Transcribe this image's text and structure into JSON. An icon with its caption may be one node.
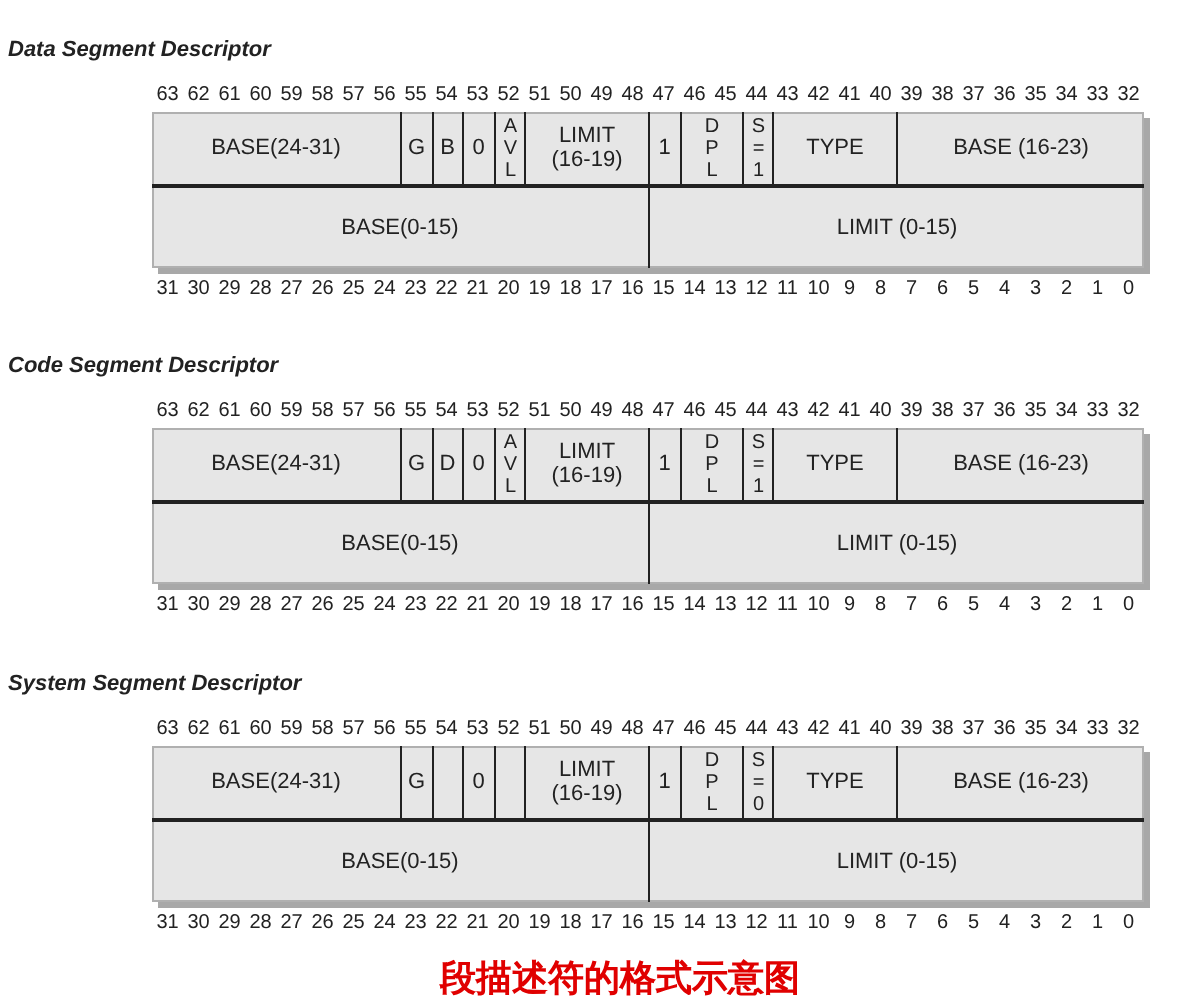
{
  "diagram": {
    "caption": "段描述符的格式示意图",
    "nodes": [
      {
        "text": [
          "Data Segment Descriptor"
        ]
      },
      {
        "text": [
          "BASE(24-31)"
        ],
        "in": 0
      },
      {
        "text": [
          "G"
        ],
        "in": 0
      },
      {
        "text": [
          "B"
        ],
        "in": 0
      },
      {
        "text": [
          "0"
        ],
        "in": 0
      },
      {
        "text": [
          "AVL"
        ],
        "in": 0
      },
      {
        "text": [
          "LIMIT (16-19)"
        ],
        "in": 0
      },
      {
        "text": [
          "1"
        ],
        "in": 0
      },
      {
        "text": [
          "DPL"
        ],
        "in": 0
      },
      {
        "text": [
          "S=1"
        ],
        "in": 0
      },
      {
        "text": [
          "TYPE"
        ],
        "in": 0
      },
      {
        "text": [
          "BASE (16-23)"
        ],
        "in": 0
      },
      {
        "text": [
          "BASE(0-15)"
        ],
        "in": 0
      },
      {
        "text": [
          "LIMIT (0-15)"
        ],
        "in": 0
      },
      {
        "text": [
          "Code Segment Descriptor"
        ]
      },
      {
        "text": [
          "BASE(24-31)"
        ],
        "in": 14
      },
      {
        "text": [
          "G"
        ],
        "in": 14
      },
      {
        "text": [
          "D"
        ],
        "in": 14
      },
      {
        "text": [
          "0"
        ],
        "in": 14
      },
      {
        "text": [
          "AVL"
        ],
        "in": 14
      },
      {
        "text": [
          "LIMIT (16-19)"
        ],
        "in": 14
      },
      {
        "text": [
          "1"
        ],
        "in": 14
      },
      {
        "text": [
          "DPL"
        ],
        "in": 14
      },
      {
        "text": [
          "S=1"
        ],
        "in": 14
      },
      {
        "text": [
          "TYPE"
        ],
        "in": 14
      },
      {
        "text": [
          "BASE (16-23)"
        ],
        "in": 14
      },
      {
        "text": [
          "BASE(0-15)"
        ],
        "in": 14
      },
      {
        "text": [
          "LIMIT (0-15)"
        ],
        "in": 14
      },
      {
        "text": [
          "System Segment Descriptor"
        ]
      },
      {
        "text": [
          "BASE(24-31)"
        ],
        "in": 28
      },
      {
        "text": [
          "G"
        ],
        "in": 28
      },
      {
        "text": [],
        "shape": "box",
        "in": 28
      },
      {
        "text": [
          "0"
        ],
        "in": 28
      },
      {
        "text": [],
        "shape": "box",
        "in": 28
      },
      {
        "text": [
          "LIMIT (16-19)"
        ],
        "in": 28
      },
      {
        "text": [
          "1"
        ],
        "in": 28
      },
      {
        "text": [
          "DPL"
        ],
        "in": 28
      },
      {
        "text": [
          "S=0"
        ],
        "in": 28
      },
      {
        "text": [
          "TYPE"
        ],
        "in": 28
      },
      {
        "text": [
          "BASE (16-23)"
        ],
        "in": 28
      },
      {
        "text": [
          "BASE(0-15)"
        ],
        "in": 28
      },
      {
        "text": [
          "LIMIT (0-15)"
        ],
        "in": 28
      }
    ],
    "labels": [
      "63",
      "62",
      "61",
      "60",
      "59",
      "58",
      "57",
      "56",
      "55",
      "54",
      "53",
      "52",
      "51",
      "50",
      "49",
      "48",
      "47",
      "46",
      "45",
      "44",
      "43",
      "42",
      "41",
      "40",
      "39",
      "38",
      "37",
      "36",
      "35",
      "34",
      "33",
      "32",
      "31",
      "30",
      "29",
      "28",
      "27",
      "26",
      "25",
      "24",
      "23",
      "22",
      "21",
      "20",
      "19",
      "18",
      "17",
      "16",
      "15",
      "14",
      "13",
      "12",
      "11",
      "10",
      "9",
      "8",
      "7",
      "6",
      "5",
      "4",
      "3",
      "2",
      "1",
      "0",
      "63",
      "62",
      "61",
      "60",
      "59",
      "58",
      "57",
      "56",
      "55",
      "54",
      "53",
      "52",
      "51",
      "50",
      "49",
      "48",
      "47",
      "46",
      "45",
      "44",
      "43",
      "42",
      "41",
      "40",
      "39",
      "38",
      "37",
      "36",
      "35",
      "34",
      "33",
      "32",
      "31",
      "30",
      "29",
      "28",
      "27",
      "26",
      "25",
      "24",
      "23",
      "22",
      "21",
      "20",
      "19",
      "18",
      "17",
      "16",
      "15",
      "14",
      "13",
      "12",
      "11",
      "10",
      "9",
      "8",
      "7",
      "6",
      "5",
      "4",
      "3",
      "2",
      "1",
      "0",
      "63",
      "62",
      "61",
      "60",
      "59",
      "58",
      "57",
      "56",
      "55",
      "54",
      "53",
      "52",
      "51",
      "50",
      "49",
      "48",
      "47",
      "46",
      "45",
      "44",
      "43",
      "42",
      "41",
      "40",
      "39",
      "38",
      "37",
      "36",
      "35",
      "34",
      "33",
      "32",
      "31",
      "30",
      "29",
      "28",
      "27",
      "26",
      "25",
      "24",
      "23",
      "22",
      "21",
      "20",
      "19",
      "18",
      "17",
      "16",
      "15",
      "14",
      "13",
      "12",
      "11",
      "10",
      "9",
      "8",
      "7",
      "6",
      "5",
      "4",
      "3",
      "2",
      "1",
      "0"
    ]
  }
}
